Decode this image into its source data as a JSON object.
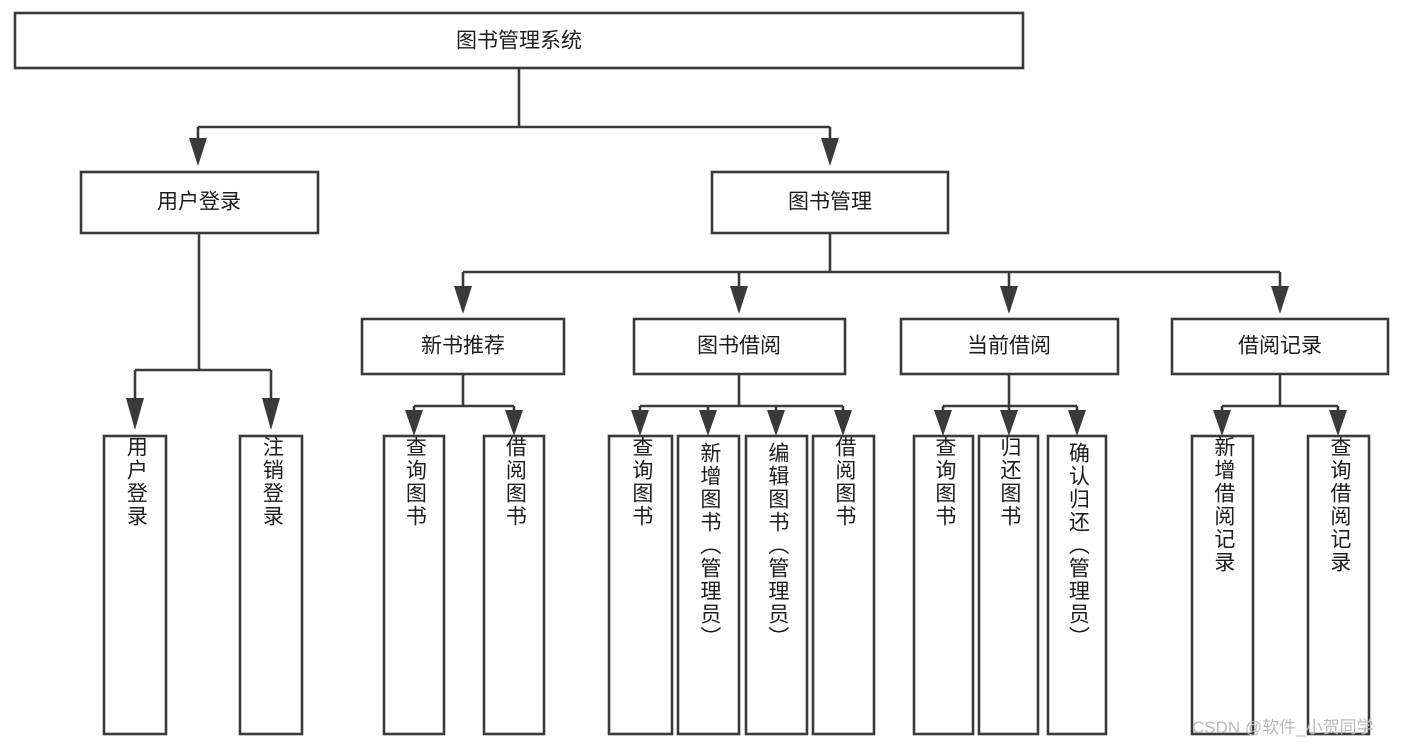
{
  "diagram": {
    "title": "图书管理系统",
    "type": "hierarchy-tree",
    "watermark": "CSDN @软件_小贺同学",
    "colors": {
      "stroke": "#3a3a3a",
      "box_fill": "#ffffff",
      "text": "#1c1c1c",
      "background": "#ffffff",
      "watermark": "#b9b9b9"
    },
    "levels": {
      "root": "图书管理系统",
      "level2": [
        "用户登录",
        "图书管理"
      ],
      "level3": [
        "新书推荐",
        "图书借阅",
        "当前借阅",
        "借阅记录"
      ]
    },
    "nodes": {
      "root": {
        "label": "图书管理系统"
      },
      "user_login": {
        "label": "用户登录"
      },
      "book_manage": {
        "label": "图书管理"
      },
      "new_book_rec": {
        "label": "新书推荐"
      },
      "book_borrow": {
        "label": "图书借阅"
      },
      "current_borrow": {
        "label": "当前借阅"
      },
      "borrow_record": {
        "label": "借阅记录"
      }
    },
    "leaves": {
      "user_login": [
        {
          "label": "用户登录"
        },
        {
          "label": "注销登录"
        }
      ],
      "new_book_rec": [
        {
          "label": "查询图书"
        },
        {
          "label": "借阅图书"
        }
      ],
      "book_borrow": [
        {
          "label": "查询图书"
        },
        {
          "label": "新增图书（管理员）"
        },
        {
          "label": "编辑图书（管理员）"
        },
        {
          "label": "借阅图书"
        }
      ],
      "current_borrow": [
        {
          "label": "查询图书"
        },
        {
          "label": "归还图书"
        },
        {
          "label": "确认归还（管理员）"
        }
      ],
      "borrow_record": [
        {
          "label": "新增借阅记录"
        },
        {
          "label": "查询借阅记录"
        }
      ]
    }
  }
}
